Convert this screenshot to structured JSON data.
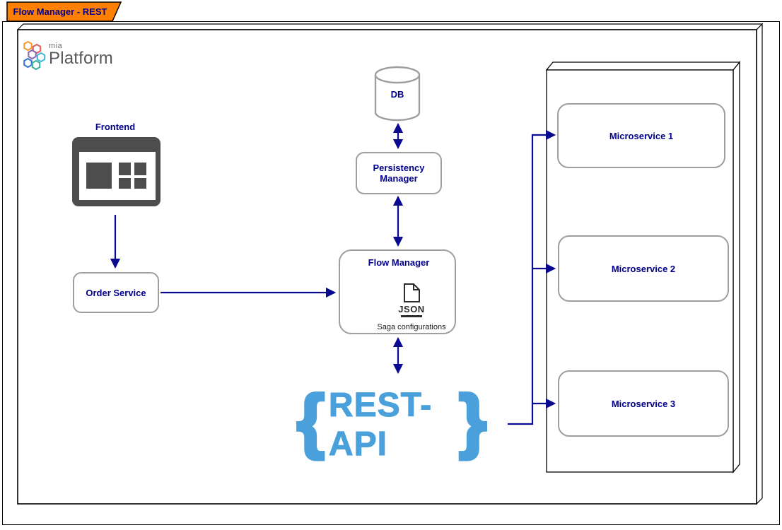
{
  "window": {
    "tab_title": "Flow Manager - REST"
  },
  "logo": {
    "mia": "mia",
    "platform": "Platform"
  },
  "diagram": {
    "frontend": {
      "label": "Frontend"
    },
    "order_service": {
      "label": "Order Service"
    },
    "db": {
      "label": "DB"
    },
    "persistency_manager": {
      "label": "Persistency Manager"
    },
    "flow_manager": {
      "label": "Flow Manager",
      "file_icon_text": "JSON",
      "file_caption": "Saga configurations"
    },
    "rest_api": {
      "brace_left": "{",
      "label": "REST-API",
      "brace_right": "}"
    },
    "microservices": [
      {
        "label": "Microservice 1"
      },
      {
        "label": "Microservice 2"
      },
      {
        "label": "Microservice 3"
      }
    ]
  },
  "colors": {
    "navy_text_arrows": "#00008B",
    "connector_navy": "#0A0A8F",
    "tab_orange": "#FF8000",
    "rest_blue": "#4AA0DA",
    "node_border_gray": "#9E9E9E",
    "frontend_icon_gray": "#4D4D4D",
    "logo_text_gray": "#56585B",
    "hexagons": [
      "#F59C36",
      "#E25F5F",
      "#9068B8",
      "#49B8D8",
      "#3C78C8",
      "#35B39B"
    ]
  }
}
